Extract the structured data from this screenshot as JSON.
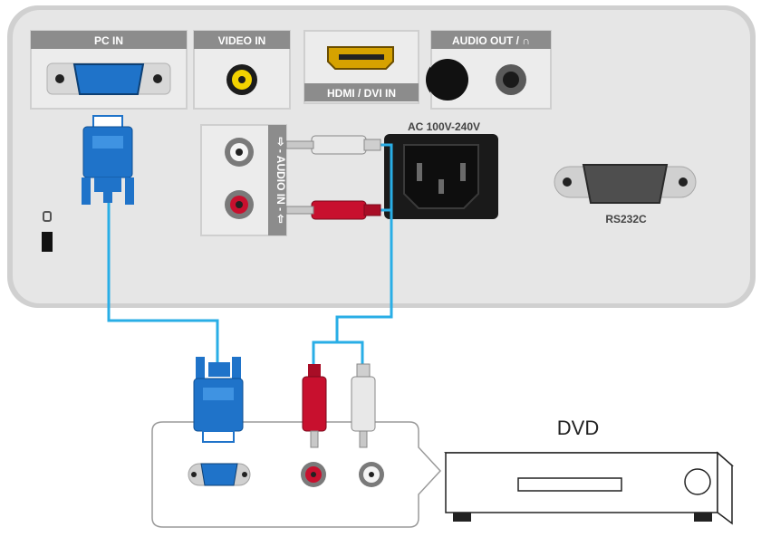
{
  "labels": {
    "pc_in": "PC IN",
    "video_in": "VIDEO IN",
    "hdmi_dvi_in": "HDMI / DVI IN",
    "audio_out": "AUDIO OUT / ∩",
    "ac_power": "AC 100V-240V",
    "audio_in": "⇨ - AUDIO IN - ⇦",
    "rs232c": "RS232C",
    "dvd": "DVD"
  },
  "colors": {
    "panel": "#e6e6e6",
    "panel_border": "#c8c8c8",
    "label_bg": "#8c8c8c",
    "cable": "#29aee6",
    "vga_blue": "#1f73c9",
    "video_yellow": "#f2d200",
    "audio_red": "#c8102e",
    "audio_white": "#eeeeee"
  }
}
